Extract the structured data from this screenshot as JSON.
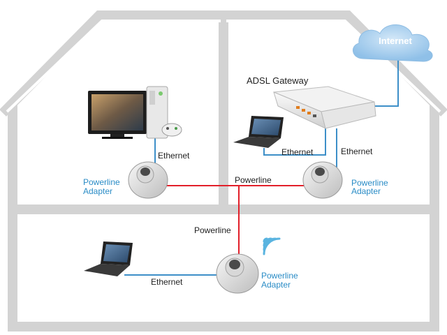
{
  "labels": {
    "internet": "Internet",
    "gateway": "ADSL Gateway",
    "ethernet_console": "Ethernet",
    "ethernet_laptop_right": "Ethernet",
    "ethernet_gateway": "Ethernet",
    "ethernet_laptop_bottom": "Ethernet",
    "powerline_horizontal": "Powerline",
    "powerline_vertical": "Powerline",
    "adapter_left_line1": "Powerline",
    "adapter_left_line2": "Adapter",
    "adapter_right_line1": "Powerline",
    "adapter_right_line2": "Adapter",
    "adapter_bottom_line1": "Powerline",
    "adapter_bottom_line2": "Adapter"
  },
  "colors": {
    "house_outline": "#d3d3d3",
    "powerline_link": "#e2202a",
    "ethernet_link": "#3d8fc8",
    "wifi": "#5ab4e0",
    "cloud": "#a9cfee",
    "label_blue": "#2a8cc6"
  },
  "icons": [
    "cloud-icon",
    "router-icon",
    "tv-icon",
    "console-icon",
    "gamepad-icon",
    "laptop-icon",
    "powerline-adapter-icon",
    "wifi-icon"
  ]
}
